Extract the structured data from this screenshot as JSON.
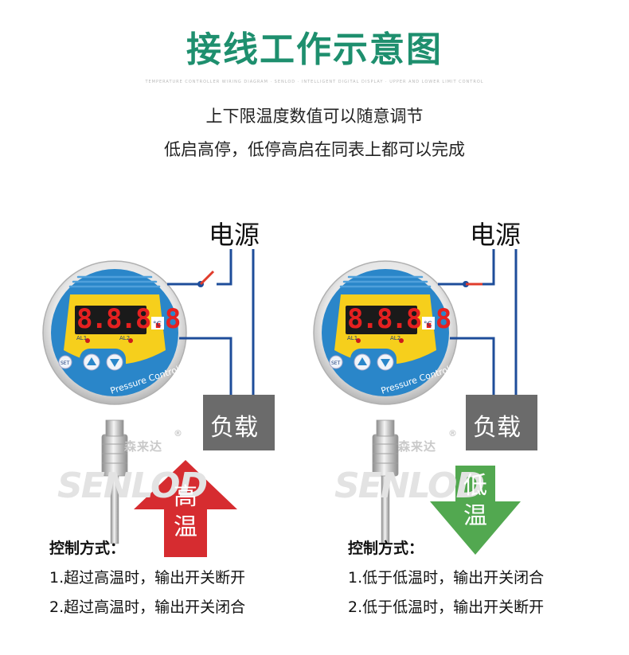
{
  "header": {
    "title": "接线工作示意图",
    "tagline": "TEMPERATURE CONTROLLER WIRING DIAGRAM · SENLOD · INTELLIGENT DIGITAL DISPLAY · UPPER AND LOWER LIMIT CONTROL",
    "subtitle_1": "上下限温度数值可以随意调节",
    "subtitle_2": "低启高停，低停高启在同表上都可以完成"
  },
  "left_panel": {
    "power_label": "电源",
    "load_label": "负载",
    "arrow_char_1": "高",
    "arrow_char_2": "温",
    "arrow_color": "#d62c30",
    "control_title": "控制方式：",
    "control_items": [
      "1.超过高温时，输出开关断开",
      "2.超过高温时，输出开关闭合"
    ]
  },
  "right_panel": {
    "power_label": "电源",
    "load_label": "负载",
    "arrow_char_1": "低",
    "arrow_char_2": "温",
    "arrow_color": "#52a850",
    "control_title": "控制方式：",
    "control_items": [
      "1.低于低温时，输出开关闭合",
      "2.低于低温时，输出开关断开"
    ]
  },
  "gauge": {
    "display_value": "8.8.8.8",
    "unit": "°C",
    "al1_label": "AL1",
    "al2_label": "AL2",
    "set_label": "SET",
    "product_text": "Pressure Controller"
  },
  "watermark": {
    "brand_cn": "森来达",
    "registered": "®",
    "logo": "SENLOD"
  },
  "colors": {
    "title_green": "#1e8f6e",
    "wire_blue": "#1e4d9a",
    "load_box": "#6b6b6b",
    "switch_red": "#e03c2c",
    "gauge_blue": "#2a86c9",
    "gauge_yellow": "#f6cf1c"
  }
}
